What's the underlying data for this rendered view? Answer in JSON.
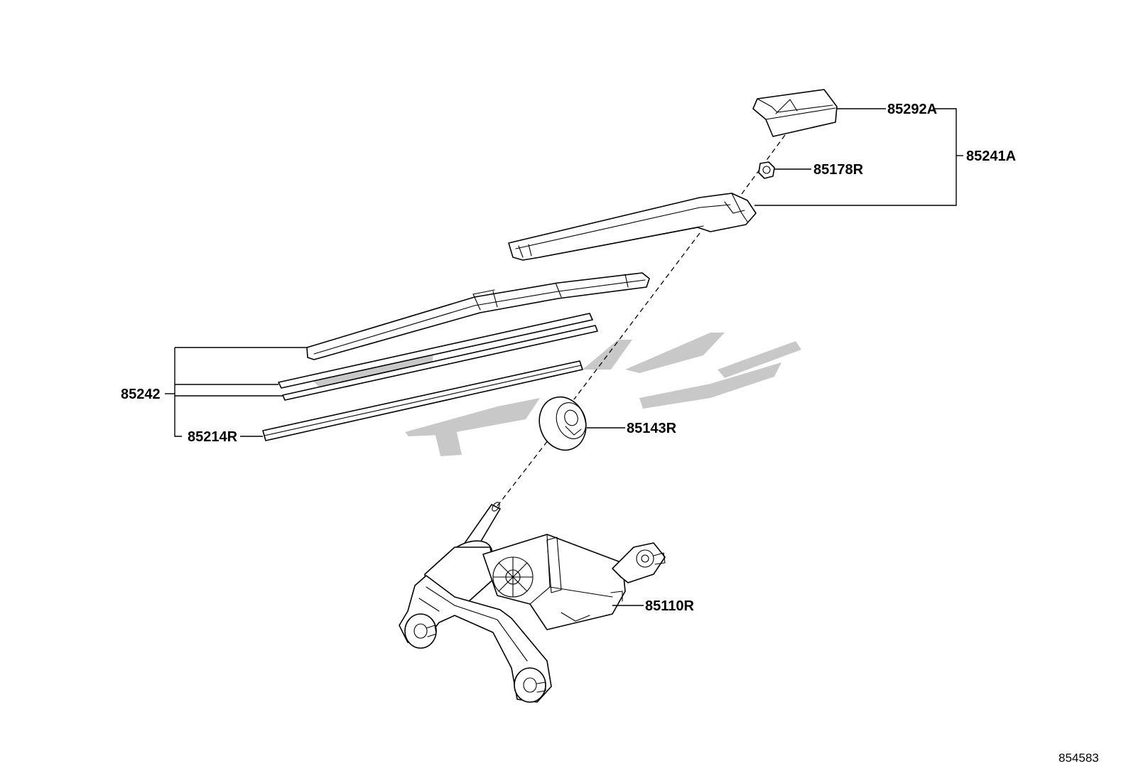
{
  "labels": {
    "arm_cap": "85292A",
    "arm_assembly": "85241A",
    "nut": "85178R",
    "blade_assembly": "85242",
    "blade_rubber": "85214R",
    "pivot_cap": "85143R",
    "motor": "85110R"
  },
  "figure_ref": "854583",
  "watermark": {
    "color": "#c8c8c8"
  }
}
